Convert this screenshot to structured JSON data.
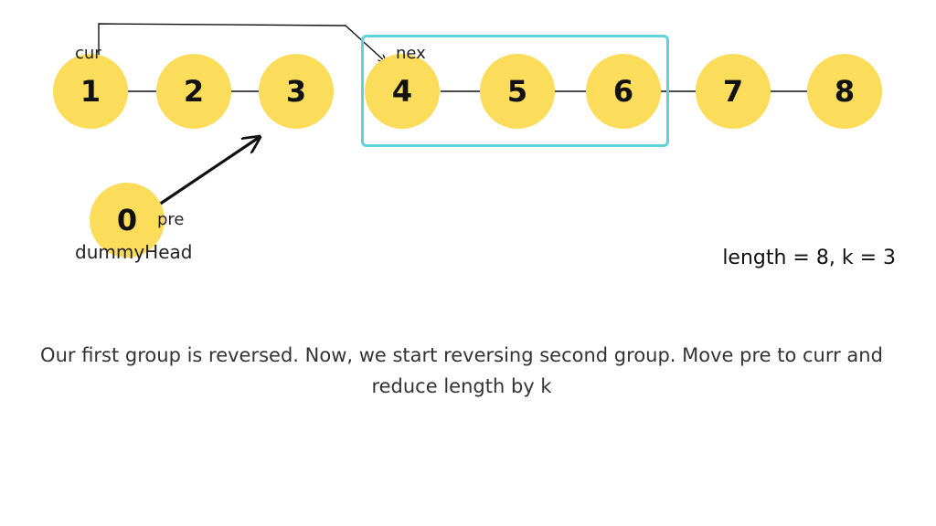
{
  "nodes": [
    {
      "id": "n0",
      "text": "0"
    },
    {
      "id": "n1",
      "text": "1"
    },
    {
      "id": "n2",
      "text": "2"
    },
    {
      "id": "n3",
      "text": "3"
    },
    {
      "id": "n4",
      "text": "4"
    },
    {
      "id": "n5",
      "text": "5"
    },
    {
      "id": "n6",
      "text": "6"
    },
    {
      "id": "n7",
      "text": "7"
    },
    {
      "id": "n8",
      "text": "8"
    }
  ],
  "pointers": {
    "cur": "cur",
    "nex": "nex",
    "pre": "pre",
    "dummy": "dummyHead"
  },
  "edges": [
    {
      "from": "2",
      "to": "1"
    },
    {
      "from": "3",
      "to": "2"
    },
    {
      "from": "4",
      "to": "5"
    },
    {
      "from": "5",
      "to": "6"
    },
    {
      "from": "6",
      "to": "7"
    },
    {
      "from": "7",
      "to": "8"
    },
    {
      "from": "0",
      "to": "3"
    },
    {
      "from": "1",
      "to": "4"
    }
  ],
  "meta": "length = 8, k = 3",
  "caption": {
    "line1": "Our first group is reversed. Now, we start reversing second group. Move pre to curr and",
    "line2": "reduce length by k"
  },
  "colors": {
    "node_fill": "#fcdc5b",
    "group_border": "#5bd3d9",
    "arrow": "#111111"
  }
}
